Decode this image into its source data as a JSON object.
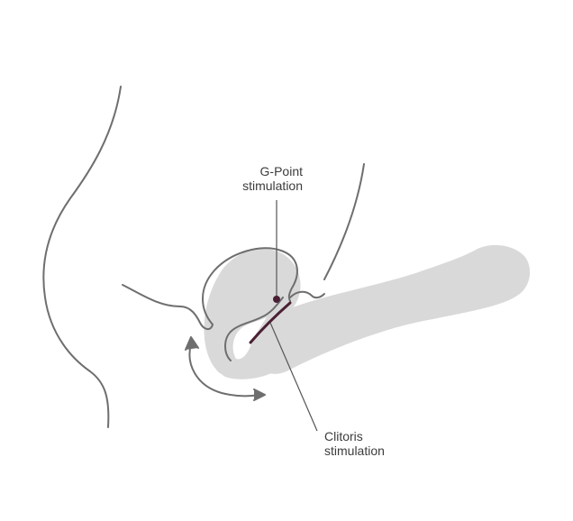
{
  "labels": {
    "g_point": {
      "line1": "G-Point",
      "line2": "stimulation"
    },
    "clitoris": {
      "line1": "Clitoris",
      "line2": "stimulation"
    }
  },
  "colors": {
    "body_outline": "#6e6e6e",
    "device_fill": "#d9d9d9",
    "arrow": "#6e6e6e",
    "marker": "#4a1f34",
    "leader_line": "#555555",
    "text": "#3c3c3c"
  }
}
